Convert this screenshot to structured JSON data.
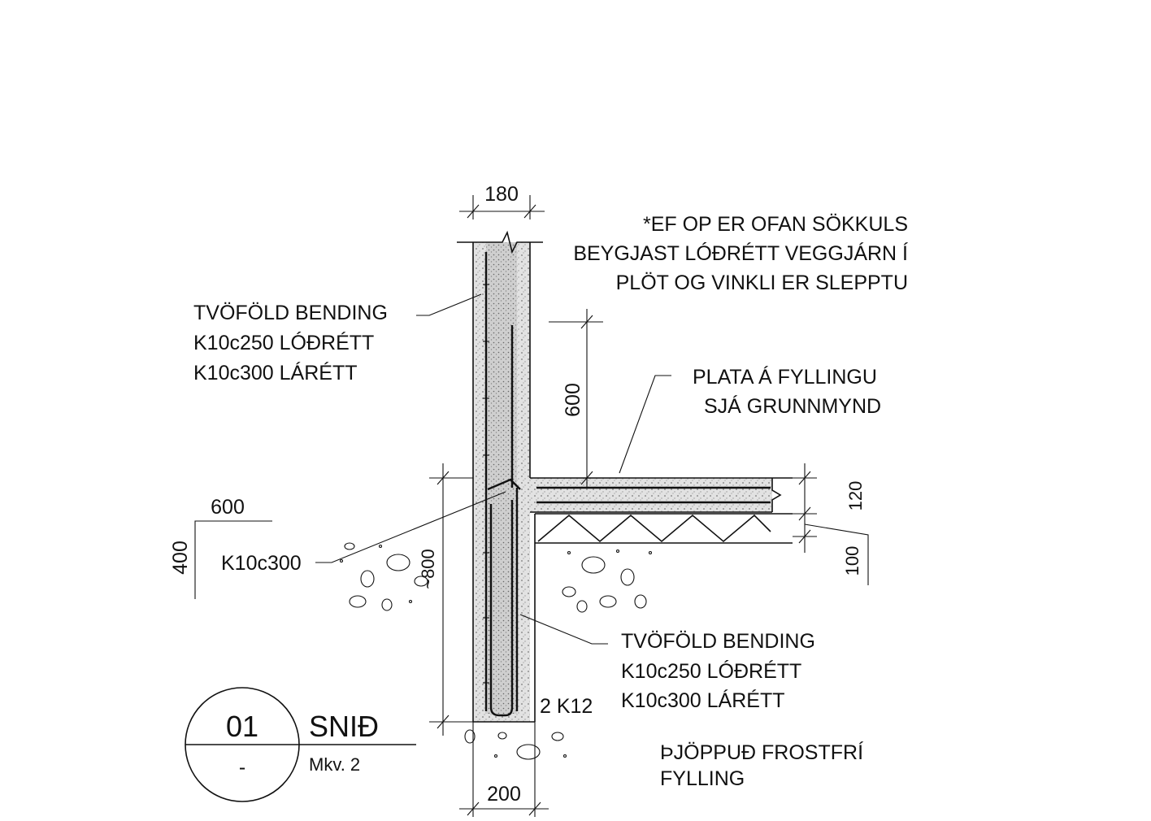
{
  "section": {
    "number": "01",
    "sub": "-",
    "title": "SNIÐ",
    "scale": "Mkv. 2"
  },
  "dimensions": {
    "wall_top_width": "180",
    "footing_width": "200",
    "rebar_lap": "600",
    "footing_depth": "~800",
    "slab_thickness": "120",
    "insulation_thickness": "100",
    "ground_insulation_width": "600",
    "ground_insulation_depth": "400"
  },
  "notes": {
    "opening_note": [
      "*EF OP ER OFAN SÖKKULS",
      "BEYGJAST LÓÐRÉTT VEGGJÁRN Í",
      "PLÖT OG VINKLI ER SLEPPTU"
    ],
    "upper_wall_rebar": [
      "TVÖFÖLD BENDING",
      "K10c250 LÓÐRÉTT",
      "K10c300 LÁRÉTT"
    ],
    "slab": [
      "PLATA Á FYLLINGU",
      "SJÁ GRUNNMYND"
    ],
    "corner_bar": "K10c300",
    "lower_wall_rebar": [
      "TVÖFÖLD BENDING",
      "K10c250 LÓÐRÉTT",
      "K10c300 LÁRÉTT"
    ],
    "bottom_bars": "2 K12",
    "fill": [
      "ÞJÖPPUÐ FROSTFRÍ",
      "FYLLING"
    ]
  },
  "colors": {
    "line": "#111111",
    "concrete": "#bdbdbd",
    "background": "#ffffff"
  }
}
